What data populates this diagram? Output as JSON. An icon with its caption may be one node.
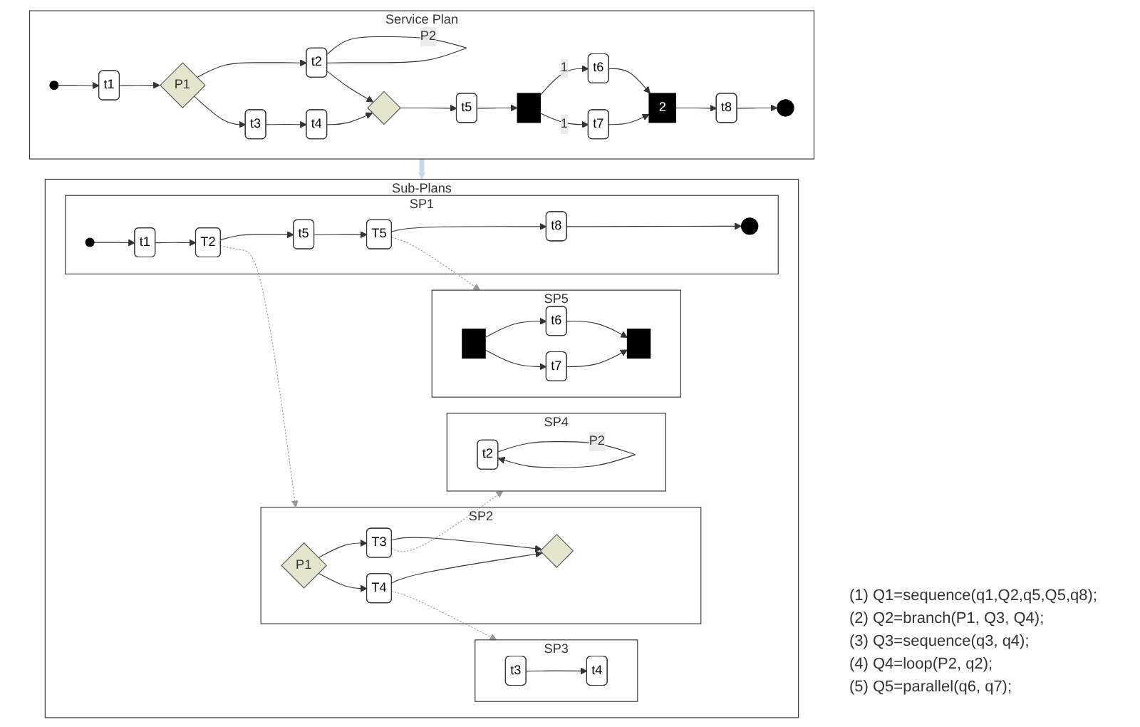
{
  "diagram": {
    "nodes": [
      {
        "text": [
          "Service Plan"
        ]
      },
      {
        "text": [],
        "shape": "circle",
        "in": 0
      },
      {
        "text": [
          "t1"
        ],
        "in": 0
      },
      {
        "text": [
          "P1"
        ],
        "in": 0
      },
      {
        "text": [
          "t2"
        ],
        "in": 0
      },
      {
        "text": [
          "t3"
        ],
        "in": 0
      },
      {
        "text": [
          "t4"
        ],
        "in": 0
      },
      {
        "text": [],
        "shape": "diamond",
        "in": 0
      },
      {
        "text": [
          "t5"
        ],
        "in": 0
      },
      {
        "text": [],
        "shape": "bar",
        "in": 0
      },
      {
        "text": [
          "t6"
        ],
        "in": 0
      },
      {
        "text": [
          "t7"
        ],
        "in": 0
      },
      {
        "text": [
          "2"
        ],
        "in": 0
      },
      {
        "text": [
          "t8"
        ],
        "in": 0
      },
      {
        "text": [],
        "shape": "circle",
        "in": 0
      },
      {
        "text": [
          "Sub-Plans"
        ]
      },
      {
        "text": [
          "SP1"
        ],
        "in": 15
      },
      {
        "text": [],
        "shape": "circle",
        "in": 16
      },
      {
        "text": [
          "t1"
        ],
        "in": 16
      },
      {
        "text": [
          "T2"
        ],
        "in": 16
      },
      {
        "text": [
          "t5"
        ],
        "in": 16
      },
      {
        "text": [
          "T5"
        ],
        "in": 16
      },
      {
        "text": [
          "t8"
        ],
        "in": 16
      },
      {
        "text": [],
        "shape": "circle",
        "in": 16
      },
      {
        "text": [
          "SP2"
        ],
        "in": 15
      },
      {
        "text": [
          "P1"
        ],
        "in": 24
      },
      {
        "text": [
          "T3"
        ],
        "in": 24
      },
      {
        "text": [
          "T4"
        ],
        "in": 24
      },
      {
        "text": [],
        "shape": "diamond",
        "in": 24
      },
      {
        "text": [
          "SP3"
        ],
        "in": 15
      },
      {
        "text": [
          "t3"
        ],
        "in": 29
      },
      {
        "text": [
          "t4"
        ],
        "in": 29
      },
      {
        "text": [
          "SP4"
        ],
        "in": 15
      },
      {
        "text": [
          "t2"
        ],
        "in": 32
      },
      {
        "text": [
          "SP5"
        ],
        "in": 15
      },
      {
        "text": [],
        "shape": "bar",
        "in": 34
      },
      {
        "text": [
          "t6"
        ],
        "in": 34
      },
      {
        "text": [
          "t7"
        ],
        "in": 34
      },
      {
        "text": [],
        "shape": "bar",
        "in": 34
      }
    ],
    "edges": [
      {
        "from": 1,
        "to": 2,
        "arrow": "to"
      },
      {
        "from": 2,
        "to": 3,
        "arrow": "to"
      },
      {
        "from": 3,
        "to": 4,
        "arrow": "to"
      },
      {
        "from": 3,
        "to": 5,
        "arrow": "to"
      },
      {
        "from": 4,
        "to": 4,
        "label": "P2",
        "arrow": "none"
      },
      {
        "from": 5,
        "to": 6,
        "arrow": "to"
      },
      {
        "from": 4,
        "to": 7,
        "arrow": "to"
      },
      {
        "from": 6,
        "to": 7,
        "arrow": "to"
      },
      {
        "from": 7,
        "to": 8,
        "arrow": "to"
      },
      {
        "from": 8,
        "to": 9,
        "arrow": "to"
      },
      {
        "from": 9,
        "to": 10,
        "label": "1",
        "arrow": "to"
      },
      {
        "from": 9,
        "to": 11,
        "label": "1",
        "arrow": "to"
      },
      {
        "from": 10,
        "to": 12,
        "arrow": "to"
      },
      {
        "from": 11,
        "to": 12,
        "arrow": "to"
      },
      {
        "from": 12,
        "to": 13,
        "arrow": "to"
      },
      {
        "from": 13,
        "to": 14,
        "arrow": "to"
      },
      {
        "from": 0,
        "to": 15,
        "arrow": "to",
        "style": "thick",
        "color": "#c6d9f1"
      },
      {
        "from": 17,
        "to": 18,
        "arrow": "to"
      },
      {
        "from": 18,
        "to": 19,
        "arrow": "to"
      },
      {
        "from": 19,
        "to": 20,
        "arrow": "to"
      },
      {
        "from": 20,
        "to": 21,
        "arrow": "to"
      },
      {
        "from": 21,
        "to": 22,
        "arrow": "to"
      },
      {
        "from": 22,
        "to": 23,
        "arrow": "to"
      },
      {
        "from": 19,
        "to": 24,
        "arrow": "to",
        "style": "dashed",
        "color": "#999999"
      },
      {
        "from": 21,
        "to": 34,
        "arrow": "to",
        "style": "dashed",
        "color": "#999999"
      },
      {
        "from": 25,
        "to": 26,
        "arrow": "to"
      },
      {
        "from": 25,
        "to": 27,
        "arrow": "to"
      },
      {
        "from": 26,
        "to": 28,
        "arrow": "to"
      },
      {
        "from": 27,
        "to": 28,
        "arrow": "to"
      },
      {
        "from": 27,
        "to": 29,
        "arrow": "to",
        "style": "dashed",
        "color": "#999999"
      },
      {
        "from": 26,
        "to": 32,
        "arrow": "to",
        "style": "dashed",
        "color": "#999999"
      },
      {
        "from": 30,
        "to": 31,
        "arrow": "to"
      },
      {
        "from": 33,
        "to": 33,
        "label": "P2",
        "arrow": "to"
      },
      {
        "from": 35,
        "to": 36,
        "arrow": "to"
      },
      {
        "from": 35,
        "to": 37,
        "arrow": "to"
      },
      {
        "from": 36,
        "to": 38,
        "arrow": "to"
      },
      {
        "from": 37,
        "to": 38,
        "arrow": "to"
      }
    ],
    "labels": [
      "(1) Q1=sequence(q1,Q2,q5,Q5,q8);",
      "(2) Q2=branch(P1, Q3, Q4);",
      "(3) Q3=sequence(q3, q4);",
      "(4) Q4=loop(P2, q2);",
      "(5) Q5=parallel(q6, q7);"
    ]
  }
}
